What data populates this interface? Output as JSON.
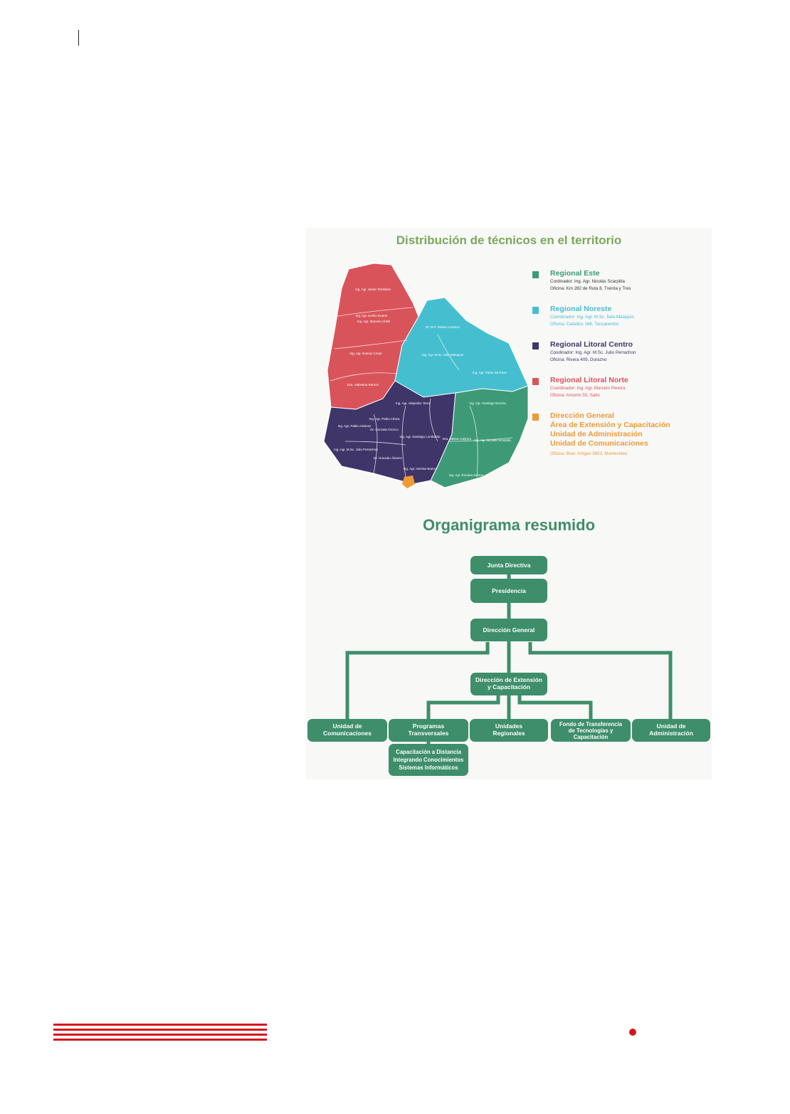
{
  "map": {
    "title": "Distribución de técnicos en el territorio",
    "region_labels": {
      "ln1": "Ing. Agr. Javier Terrabías",
      "ln2": "Ing. Agr. Emilio Duarte",
      "ln3": "Ing. Agr. Marcelo Chelli",
      "ln4": "Ing. Agr. Ramos Cesar",
      "ln5": "Dra. Valentina Ramos",
      "ne1": "Dr. M.V. Sebas Cardozo",
      "ne2": "Ing. Agr. M.Sc. Italo Malaquin",
      "ne3": "Ing. Agr. Pablo Da Rosa",
      "lc1": "Ing. Agr. Alejandro Terra",
      "lc2": "Ing. Agr. Pablo Antúnez",
      "lc3": "Ing. Agr. Pablo Arbiza",
      "lc4": "Dr. Gonzalo Orozco",
      "lc5": "Ing. Agr. M.Sc. Julio Perrachon",
      "lc6": "Ing. Agr. Santiago Lombardo",
      "lc7": "Dr. Gonzalo Álvarez",
      "lc8": "Ing. Agr. Hernán Bueno",
      "es1": "Ing. Agr. Santiago Boreira",
      "es2": "Dra. Betina Cabrera",
      "es3": "Ing. Agr. Nicolás Scarpitta",
      "es4": "Ing. Agr. Rosana Santos"
    },
    "legend": [
      {
        "title": "Regional Este",
        "color": "#3e9a76",
        "lines": [
          "Cordinador: Ing. Agr. Nicolás Scarpitta",
          "Oficina: Km 282 de Ruta 8, Treinta y Tres"
        ]
      },
      {
        "title": "Regional Noreste",
        "color": "#45bfd0",
        "lines": [
          "Coordinador: Ing. Agr. M.Sc. Ítalo Malaquín",
          "Oficina: Caballos 168, Tacuarembó"
        ]
      },
      {
        "title": "Regional Litoral Centro",
        "color": "#3f3569",
        "lines": [
          "Coodinador: Ing. Agr. M.Sc. Julio Perrachon",
          "Oficina: Rivera 409, Durazno"
        ]
      },
      {
        "title": "Regional Litoral Norte",
        "color": "#d9545a",
        "lines": [
          "Coordinador: Ing. Agr. Marcelo Pereira",
          "Oficina: Amorim 55, Salto"
        ]
      },
      {
        "title": "Dirección General",
        "color": "#ef9a37",
        "sub": [
          "Área de Extensión y Capacitación",
          "Unidad de Administración",
          "Unidad de Comunicaciones"
        ],
        "lines": [
          "Oficina: Bvar. Artigas 3802, Montevideo"
        ]
      }
    ]
  },
  "org": {
    "title": "Organigrama resumido",
    "color": "#3e8e6a",
    "nodes": {
      "junta": "Junta Directiva",
      "presidencia": "Presidencia",
      "direccion_general": "Dirección General",
      "direccion_ext_1": "Dirección de Extensión",
      "direccion_ext_2": "y Capacitación",
      "comunicaciones_1": "Unidad de",
      "comunicaciones_2": "Comunicaciones",
      "programas_1": "Programas",
      "programas_2": "Transversales",
      "unidades_1": "Unidades",
      "unidades_2": "Regionales",
      "fondo_1": "Fondo de Transferencia",
      "fondo_2": "de Tecnologías y",
      "fondo_3": "Capacitación",
      "administracion_1": "Unidad de",
      "administracion_2": "Administración",
      "prog_sub_1": "Capacitación a Distancia",
      "prog_sub_2": "Integrando Conocimientos",
      "prog_sub_3": "Sistemas Informáticos"
    }
  }
}
